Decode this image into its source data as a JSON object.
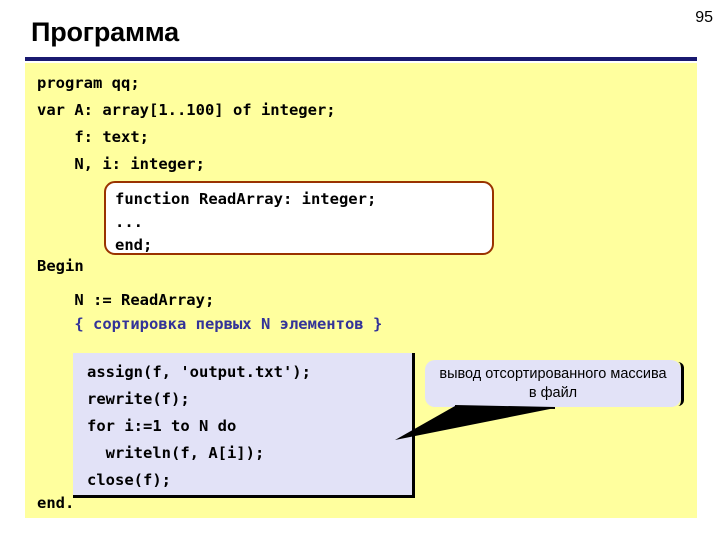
{
  "slide": {
    "title": "Программа",
    "page_number": "95",
    "colors": {
      "background": "#ffff9e",
      "rule": "#191970",
      "function_box_border": "#993300",
      "file_box_fill": "#e2e2f7",
      "comment_text": "#333399",
      "callout_fill": "#e2e2f7"
    }
  },
  "code": {
    "line1": "program qq;",
    "line2": "var A: array[1..100] of integer;",
    "line3": "    f: text;",
    "line4": "    N, i: integer;",
    "begin": "Begin",
    "assign_n": "    N := ReadArray;",
    "comment": "    { сортировка первых N элементов }",
    "end": "end."
  },
  "function_box": {
    "line1": "function ReadArray: integer;",
    "line2": "...",
    "line3": "end;"
  },
  "file_box": {
    "line1": "assign(f, 'output.txt');",
    "line2": "rewrite(f);",
    "line3": "for i:=1 to N do",
    "line4": "  writeln(f, A[i]);",
    "line5": "close(f);"
  },
  "callout": {
    "text": "вывод отсортированного массива в файл"
  }
}
